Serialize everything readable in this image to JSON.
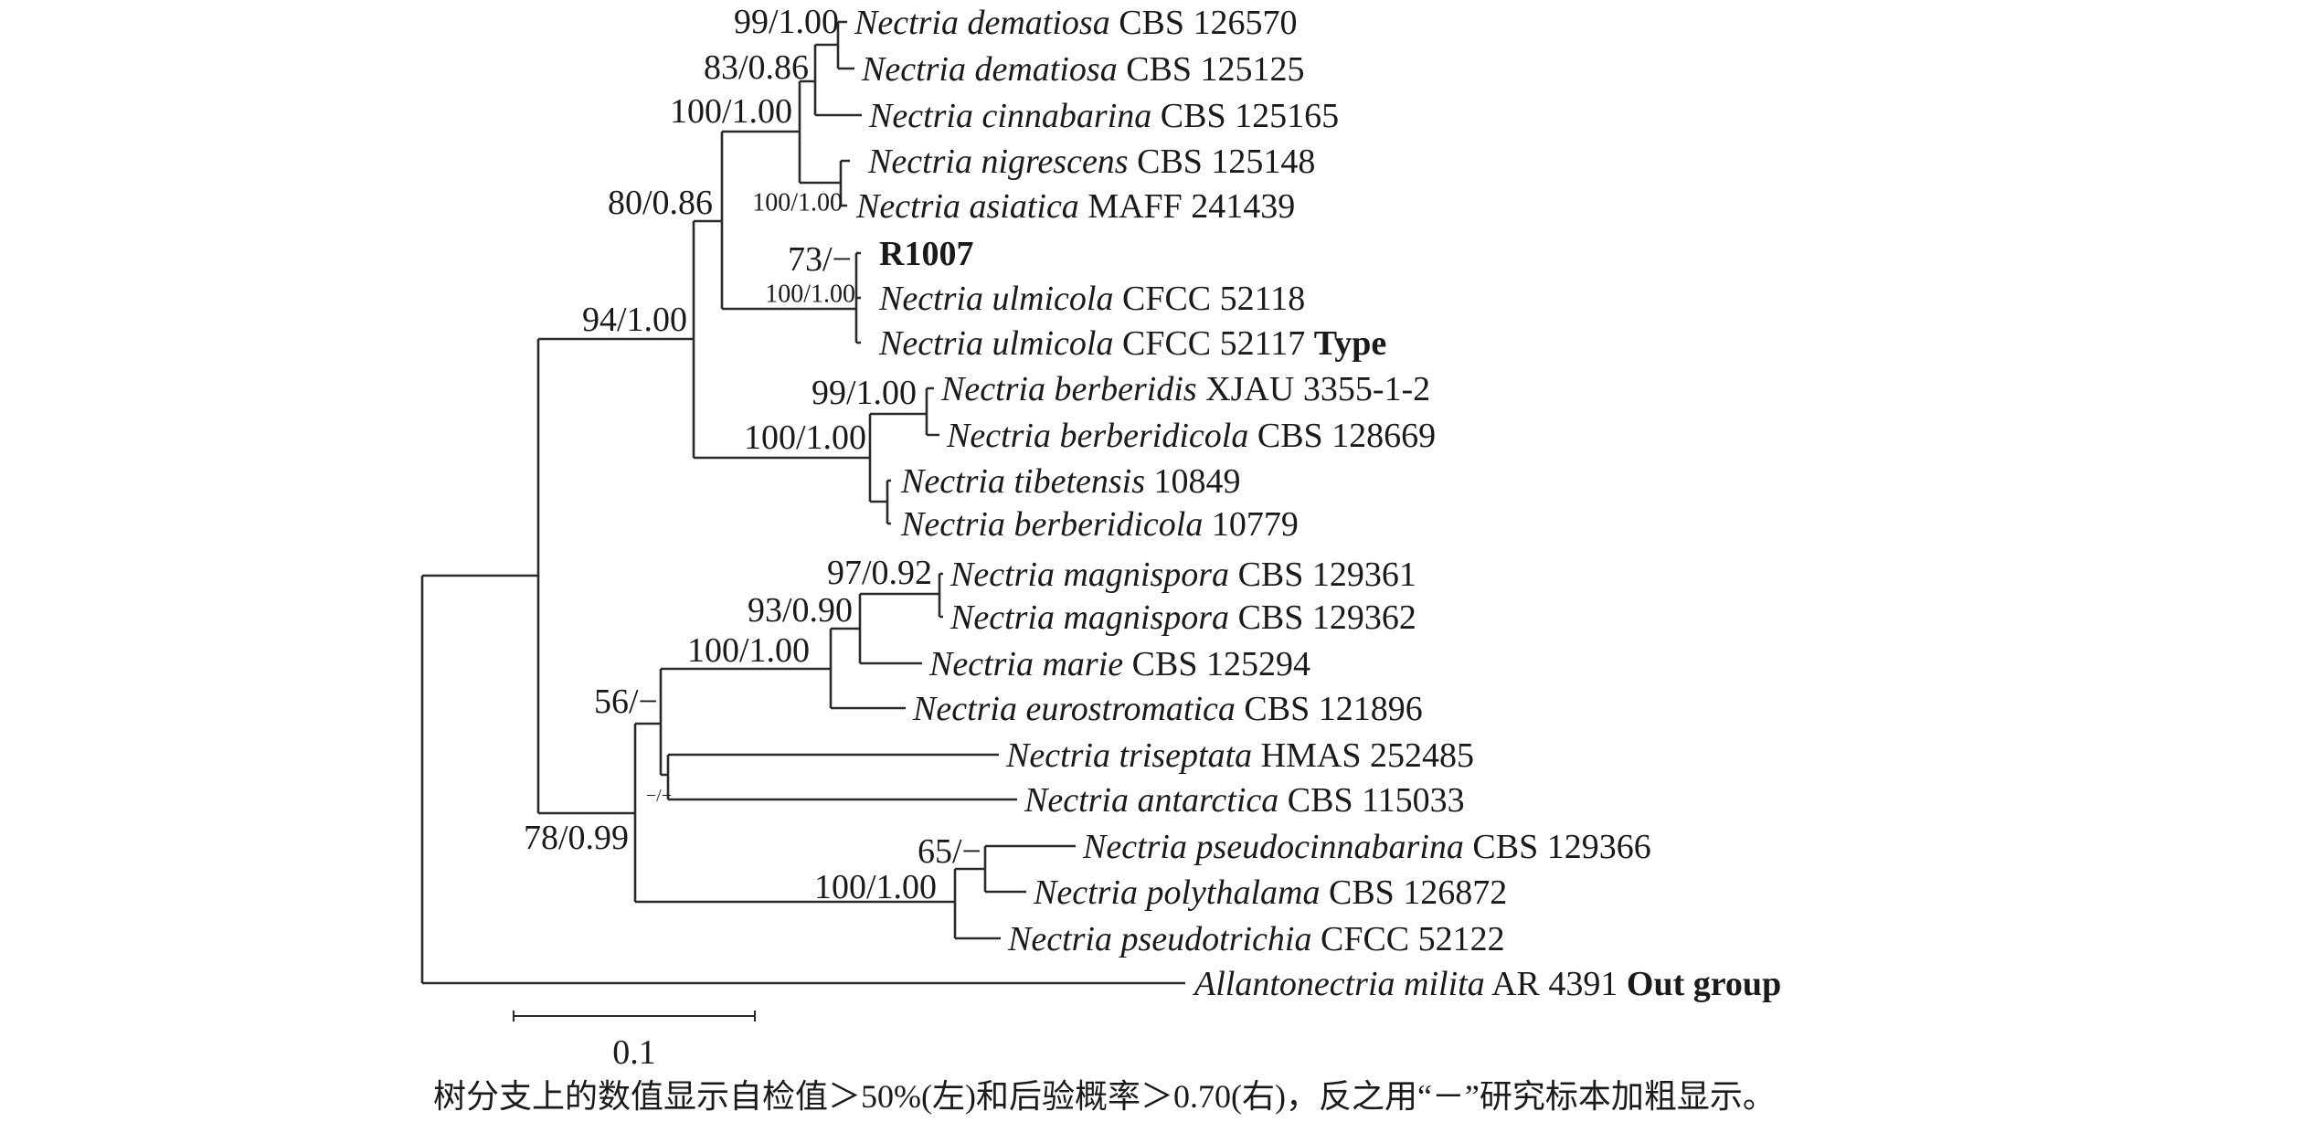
{
  "leaves": [
    {
      "taxon": "Nectria dematiosa",
      "strain": " CBS 126570",
      "note": ""
    },
    {
      "taxon": "Nectria dematiosa",
      "strain": " CBS 125125",
      "note": ""
    },
    {
      "taxon": "Nectria cinnabarina",
      "strain": " CBS 125165",
      "note": ""
    },
    {
      "taxon": "Nectria nigrescens",
      "strain": " CBS 125148",
      "note": ""
    },
    {
      "taxon": "Nectria asiatica",
      "strain": " MAFF 241439",
      "note": ""
    },
    {
      "taxon": "",
      "strain": "",
      "note": "R1007"
    },
    {
      "taxon": "Nectria ulmicola",
      "strain": " CFCC 52118",
      "note": ""
    },
    {
      "taxon": "Nectria ulmicola",
      "strain": " CFCC 52117 ",
      "note": "Type"
    },
    {
      "taxon": "Nectria berberidis",
      "strain": " XJAU 3355-1-2",
      "note": ""
    },
    {
      "taxon": "Nectria berberidicola",
      "strain": " CBS 128669",
      "note": ""
    },
    {
      "taxon": "Nectria tibetensis",
      "strain": " 10849",
      "note": ""
    },
    {
      "taxon": "Nectria berberidicola",
      "strain": " 10779",
      "note": ""
    },
    {
      "taxon": "Nectria magnispora",
      "strain": " CBS 129361",
      "note": ""
    },
    {
      "taxon": "Nectria magnispora",
      "strain": " CBS 129362",
      "note": ""
    },
    {
      "taxon": "Nectria marie",
      "strain": " CBS 125294",
      "note": ""
    },
    {
      "taxon": "Nectria eurostromatica",
      "strain": " CBS 121896",
      "note": ""
    },
    {
      "taxon": "Nectria triseptata",
      "strain": " HMAS 252485",
      "note": ""
    },
    {
      "taxon": "Nectria antarctica",
      "strain": " CBS 115033",
      "note": ""
    },
    {
      "taxon": "Nectria pseudocinnabarina",
      "strain": " CBS 129366",
      "note": ""
    },
    {
      "taxon": "Nectria polythalama",
      "strain": " CBS 126872",
      "note": ""
    },
    {
      "taxon": "Nectria pseudotrichia",
      "strain": " CFCC 52122",
      "note": ""
    },
    {
      "taxon": "Allantonectria milita",
      "strain": " AR 4391 ",
      "note": "Out group"
    }
  ],
  "node_labels": [
    "99/1.00",
    "83/0.86",
    "100/1.00",
    "100/1.00",
    "80/0.86",
    "73/−",
    "100/1.00",
    "94/1.00",
    "99/1.00",
    "100/1.00",
    "97/0.92",
    "93/0.90",
    "100/1.00",
    "56/−",
    "−/−",
    "78/0.99",
    "65/−",
    "100/1.00"
  ],
  "scale_bar": {
    "label": "0.1"
  },
  "caption": "树分支上的数值显示自检值＞50%(左)和后验概率＞0.70(右)，反之用“－”研究标本加粗显示。"
}
